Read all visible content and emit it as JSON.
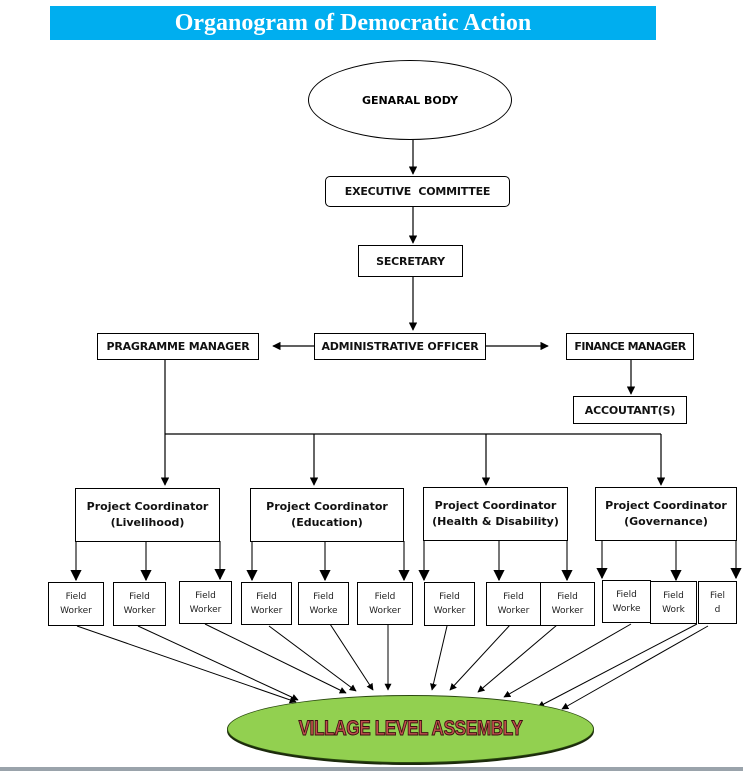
{
  "title": "Organogram of Democratic Action",
  "colors": {
    "title_bg": "#00aeef",
    "title_text": "#ffffff",
    "assembly_fill": "#92d050",
    "assembly_text": "#c0504d"
  },
  "nodes": {
    "general_body": "GENARAL BODY",
    "executive_committee": "EXECUTIVE  COMMITTEE",
    "secretary": "SECRETARY",
    "programme_manager": "PRAGRAMME MANAGER",
    "administrative_officer": "ADMINISTRATIVE OFFICER",
    "finance_manager": "FINANCE MANAGER",
    "accountants": "ACCOUTANT(S)"
  },
  "coordinators": [
    {
      "line1": "Project Coordinator",
      "line2": "(Livelihood)"
    },
    {
      "line1": "Project Coordinator",
      "line2": "(Education)"
    },
    {
      "line1": "Project Coordinator",
      "line2": "(Health & Disability)"
    },
    {
      "line1": "Project Coordinator",
      "line2": "(Governance)"
    }
  ],
  "field_workers": [
    {
      "line1": "Field",
      "line2": "Worker"
    },
    {
      "line1": "Field",
      "line2": "Worker"
    },
    {
      "line1": "Field",
      "line2": "Worker"
    },
    {
      "line1": "Field",
      "line2": "Worker"
    },
    {
      "line1": "Field",
      "line2": "Worke"
    },
    {
      "line1": "Field",
      "line2": "Worker"
    },
    {
      "line1": "Field",
      "line2": "Worker"
    },
    {
      "line1": "Field",
      "line2": "Worker"
    },
    {
      "line1": "Field",
      "line2": "Worker"
    },
    {
      "line1": "Field",
      "line2": "Worke"
    },
    {
      "line1": "Field",
      "line2": "Work"
    },
    {
      "line1": "Fiel",
      "line2": "d"
    }
  ],
  "village_assembly": "VILLAGE LEVEL ASSEMBLY"
}
